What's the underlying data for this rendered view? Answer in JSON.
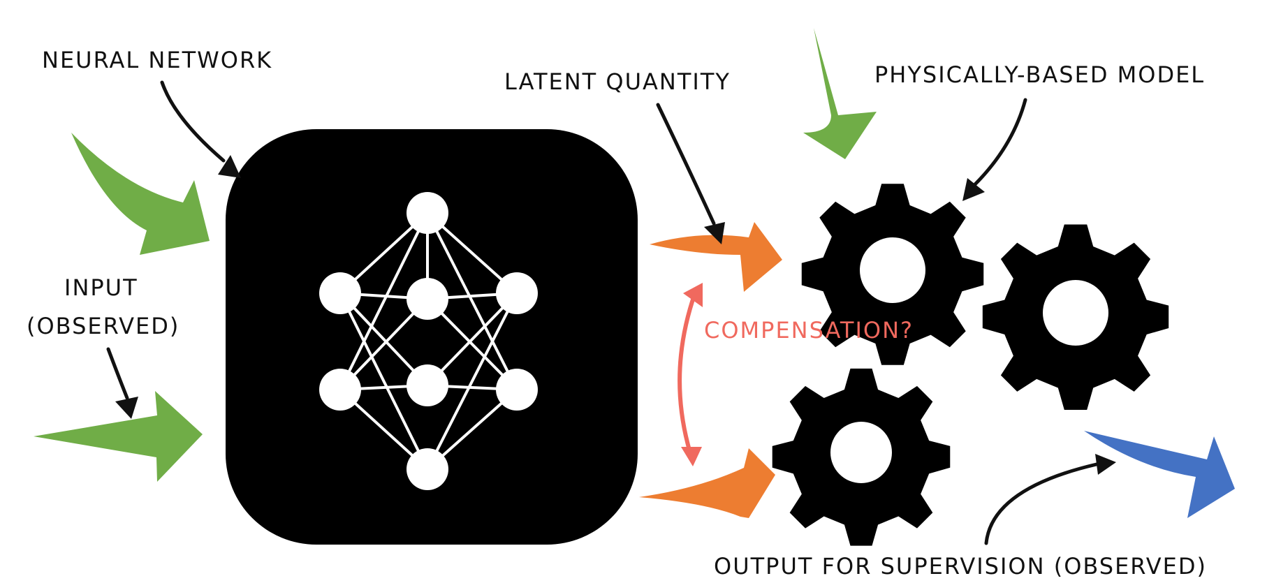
{
  "labels": {
    "neural_network": "NEURAL NETWORK",
    "latent_quantity": "LATENT QUANTITY",
    "physically_based_model": "PHYSICALLY-BASED MODEL",
    "input_line1": "INPUT",
    "input_line2": "(OBSERVED)",
    "compensation": "COMPENSATION?",
    "output": "OUTPUT FOR SUPERVISION (OBSERVED)"
  },
  "colors": {
    "input_arrows": "#70ad47",
    "latent_arrows": "#ed7d31",
    "output_arrow": "#4472c4",
    "compensation": "#f0695e",
    "network_box": "#000000",
    "gears": "#000000"
  },
  "icons": {
    "network": "neural-network-icon",
    "gear": "gear-icon"
  }
}
